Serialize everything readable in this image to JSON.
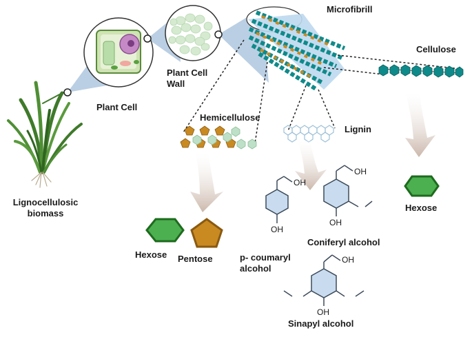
{
  "labels": {
    "biomass": "Lignocellulosic\nbiomass",
    "plant_cell": "Plant Cell",
    "plant_cell_wall": "Plant Cell\nWall",
    "microfibrill": "Microfibrill",
    "cellulose": "Cellulose",
    "hemicellulose": "Hemicellulose",
    "lignin": "Lignin",
    "hexose_left": "Hexose",
    "pentose": "Pentose",
    "hexose_right": "Hexose",
    "coumaryl": "p- coumaryl\nalcohol",
    "coniferyl": "Coniferyl alcohol",
    "sinapyl": "Sinapyl alcohol",
    "oh": "OH"
  },
  "colors": {
    "hexose_fill": "#4caf50",
    "hexose_stroke": "#1e6b1e",
    "pentose_fill": "#c98a22",
    "pentose_stroke": "#8a5a10",
    "cellulose": "#0f8a8a",
    "ring_fill": "#c9dcef",
    "ring_stroke": "#3c4a5a",
    "arrow": "#d8c7bd",
    "wedge": "#a9c3dc"
  }
}
